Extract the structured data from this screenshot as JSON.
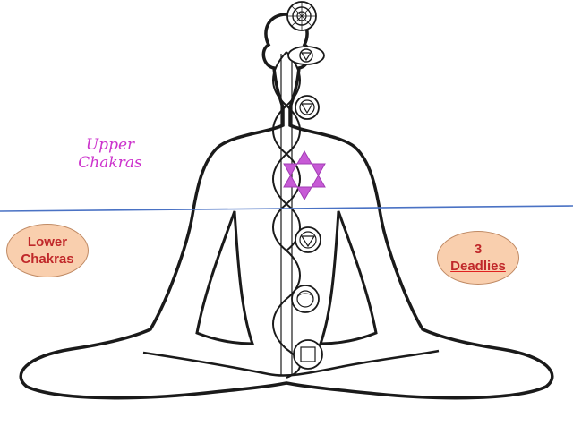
{
  "labels": {
    "upper_line1": "Upper",
    "upper_line2": "Chakras",
    "lower_line1": "Lower",
    "lower_line2": "Chakras",
    "deadlies_line1": "3",
    "deadlies_line2": "Deadlies"
  },
  "colors": {
    "upper_text": "#cc33cc",
    "bubble_fill": "#f9cfae",
    "bubble_text": "#c0282a",
    "divider_line": "#4a72c4",
    "star_fill": "#c75ad6",
    "outline": "#1a1a1a"
  },
  "chakras": [
    {
      "name": "crown",
      "symbol": "lotus-flower"
    },
    {
      "name": "third-eye",
      "symbol": "triangle-circle"
    },
    {
      "name": "throat",
      "symbol": "triangle-circle"
    },
    {
      "name": "heart",
      "symbol": "six-pointed-star"
    },
    {
      "name": "solar-plexus",
      "symbol": "triangle-circle"
    },
    {
      "name": "sacral",
      "symbol": "lotus-circle"
    },
    {
      "name": "root",
      "symbol": "square-circle"
    }
  ]
}
